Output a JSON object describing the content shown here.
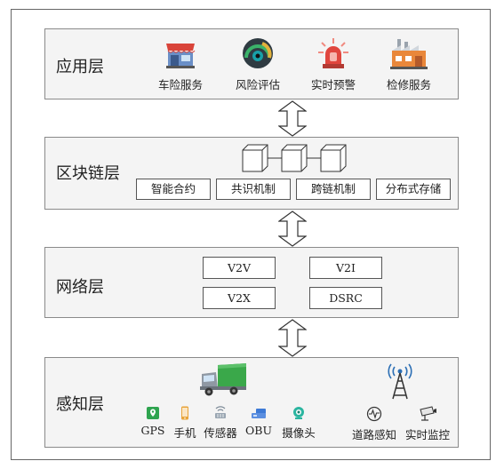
{
  "layers": {
    "app": {
      "title": "应用层",
      "items": [
        {
          "label": "车险服务",
          "icon": "store-icon"
        },
        {
          "label": "风险评估",
          "icon": "gauge-icon"
        },
        {
          "label": "实时预警",
          "icon": "alarm-siren-icon"
        },
        {
          "label": "检修服务",
          "icon": "factory-icon"
        }
      ]
    },
    "blockchain": {
      "title": "区块链层",
      "items": [
        "智能合约",
        "共识机制",
        "跨链机制",
        "分布式存储"
      ]
    },
    "network": {
      "title": "网络层",
      "items": [
        "V2V",
        "V2I",
        "V2X",
        "DSRC"
      ]
    },
    "sensing": {
      "title": "感知层",
      "devices": [
        {
          "label": "GPS",
          "icon": "gps-pin-icon"
        },
        {
          "label": "手机",
          "icon": "phone-icon"
        },
        {
          "label": "传感器",
          "icon": "sensor-icon"
        },
        {
          "label": "OBU",
          "icon": "obu-icon"
        },
        {
          "label": "摄像头",
          "icon": "webcam-icon"
        }
      ],
      "extras": [
        {
          "label": "道路感知",
          "icon": "road-sensing-icon"
        },
        {
          "label": "实时监控",
          "icon": "cctv-camera-icon"
        }
      ],
      "vehicle_icon": "truck-icon",
      "tower_icon": "signal-tower-icon"
    }
  },
  "colors": {
    "layer_bg": "#f4f4f4",
    "layer_border": "#8a8a8a",
    "truck_green": "#3aa84a",
    "tower_blue": "#2c6fb5"
  }
}
